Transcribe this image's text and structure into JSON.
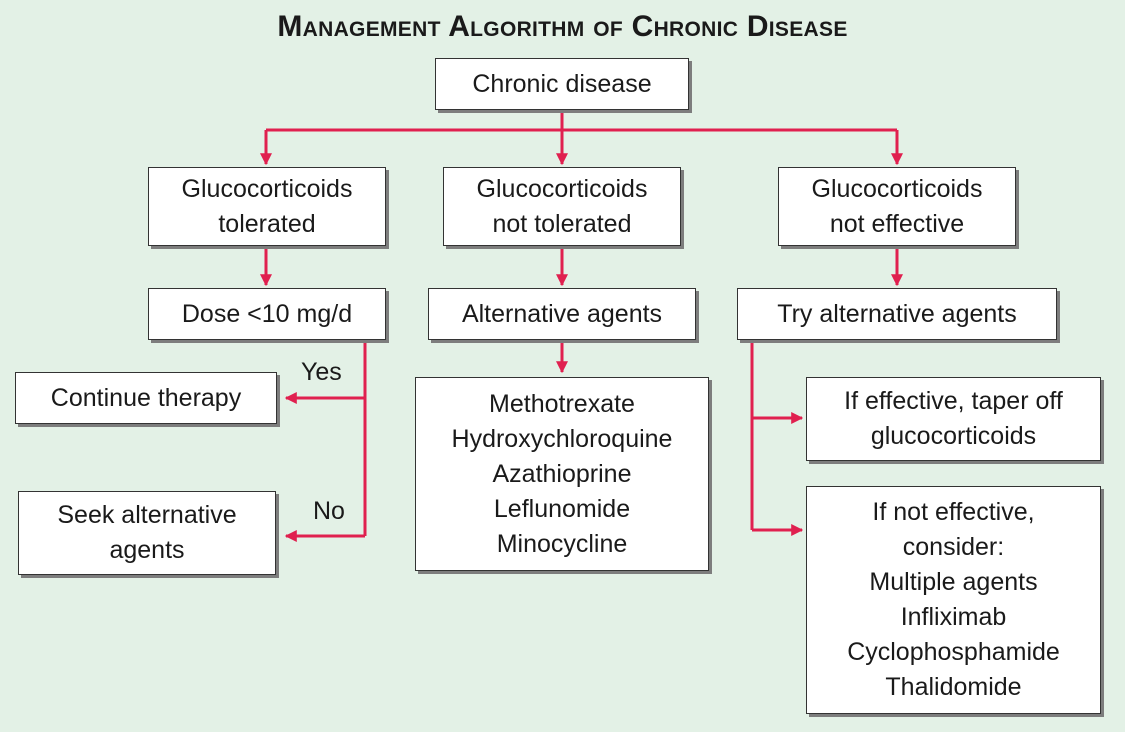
{
  "title": "Management Algorithm of Chronic Disease",
  "colors": {
    "background": "#e3f1e6",
    "arrow": "#e0204f",
    "box_border": "#333333",
    "box_fill": "#ffffff"
  },
  "nodes": {
    "root": {
      "lines": [
        "Chronic disease"
      ]
    },
    "tolerated": {
      "lines": [
        "Glucocorticoids",
        "tolerated"
      ]
    },
    "not_tolerated": {
      "lines": [
        "Glucocorticoids",
        "not tolerated"
      ]
    },
    "not_effective": {
      "lines": [
        "Glucocorticoids",
        "not effective"
      ]
    },
    "dose": {
      "lines": [
        "Dose <10 mg/d"
      ]
    },
    "alternative": {
      "lines": [
        "Alternative agents"
      ]
    },
    "try_alternative": {
      "lines": [
        "Try alternative agents"
      ]
    },
    "continue": {
      "lines": [
        "Continue therapy"
      ]
    },
    "seek": {
      "lines": [
        "Seek alternative",
        "agents"
      ]
    },
    "agents_list": {
      "lines": [
        "Methotrexate",
        "Hydroxychloroquine",
        "Azathioprine",
        "Leflunomide",
        "Minocycline"
      ]
    },
    "if_effective": {
      "lines": [
        "If effective, taper off",
        "glucocorticoids"
      ]
    },
    "if_not_effective": {
      "lines": [
        "If not effective,",
        "consider:",
        "Multiple agents",
        "Infliximab",
        "Cyclophosphamide",
        "Thalidomide"
      ]
    }
  },
  "edge_labels": {
    "yes": "Yes",
    "no": "No"
  }
}
